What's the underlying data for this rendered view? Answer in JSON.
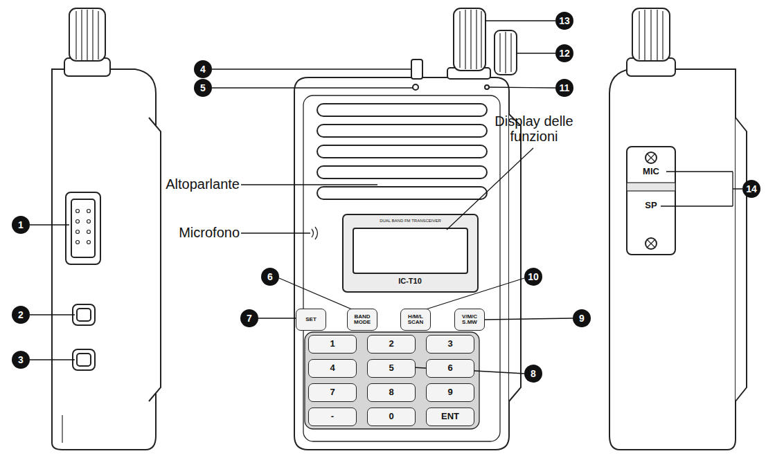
{
  "diagram": {
    "nodes": [
      {
        "text": [
          "SET"
        ]
      },
      {
        "text": [
          "BAND MODE"
        ]
      },
      {
        "text": [
          "H/M/L SCAN"
        ]
      },
      {
        "text": [
          "V/M/C S.MW"
        ]
      },
      {
        "text": [
          "1"
        ]
      },
      {
        "text": [
          "2"
        ]
      },
      {
        "text": [
          "3"
        ]
      },
      {
        "text": [
          "4"
        ]
      },
      {
        "text": [
          "5"
        ]
      },
      {
        "text": [
          "6"
        ]
      },
      {
        "text": [
          "7"
        ]
      },
      {
        "text": [
          "8"
        ]
      },
      {
        "text": [
          "9"
        ]
      },
      {
        "text": [
          "-"
        ]
      },
      {
        "text": [
          "0"
        ]
      },
      {
        "text": [
          "ENT"
        ]
      }
    ],
    "labels": [
      "1",
      "2",
      "3",
      "4",
      "5",
      "6",
      "7",
      "8",
      "9",
      "10",
      "11",
      "12",
      "13",
      "14",
      "Altoparlante",
      "Microfono",
      "Display delle funzioni",
      "IC-T10",
      "DUAL BAND FM TRANSCEIVER",
      "MIC",
      "SP"
    ]
  }
}
